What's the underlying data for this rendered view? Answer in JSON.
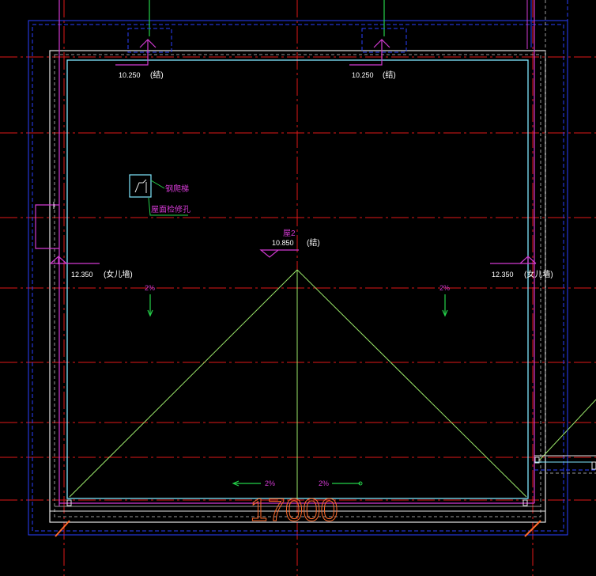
{
  "drawing": {
    "background": "#000000",
    "colors": {
      "axis_red": "#e01818",
      "outline_blue": "#2a3fff",
      "outline_white": "#e6e6e6",
      "outline_gray": "#9a9a9a",
      "parapet_cyan": "#80e8ff",
      "magenta": "#d23ad2",
      "green": "#24d24a",
      "ridge_green": "#9be86a",
      "white": "#ffffff",
      "dim_orange": "#ff6a2a"
    },
    "elevations": {
      "top_left_value": "10.250",
      "top_left_note": "(结)",
      "top_right_value": "10.250",
      "top_right_note": "(结)",
      "center_label": "屋2",
      "center_value": "10.850",
      "center_note": "(结)",
      "left_value": "12.350",
      "left_note": "(女儿墙)",
      "right_value": "12.350",
      "right_note": "(女儿墙)"
    },
    "slopes": {
      "left": "2%",
      "right": "2%",
      "bottom_left": "2%",
      "bottom_right": "2%"
    },
    "annotations": {
      "ladder_label": "钢爬梯",
      "hatch_label": "屋面检修孔"
    },
    "dimension": "17000"
  }
}
